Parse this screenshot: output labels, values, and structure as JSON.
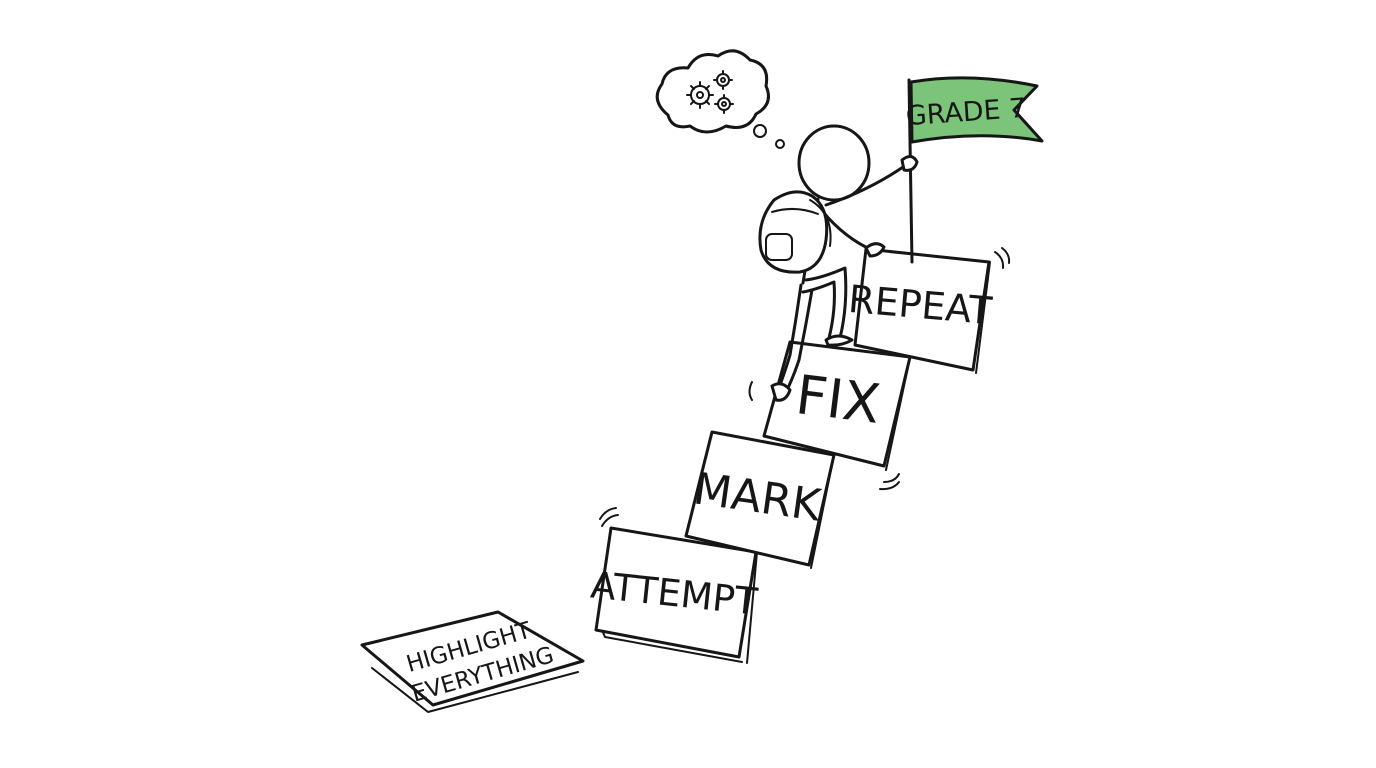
{
  "steps": [
    {
      "label": "ATTEMPT"
    },
    {
      "label": "MARK"
    },
    {
      "label": "FIX"
    },
    {
      "label": "REPEAT"
    }
  ],
  "discarded_sheet": {
    "line1": "HIGHLIGHT",
    "line2": "EVERYTHING"
  },
  "flag": {
    "label": "GRADE 7",
    "color": "#7cc47a"
  },
  "icons": {
    "thought": "gears-icon",
    "climber": "stick-figure-icon",
    "bag": "backpack-icon"
  },
  "ink_color": "#161616"
}
